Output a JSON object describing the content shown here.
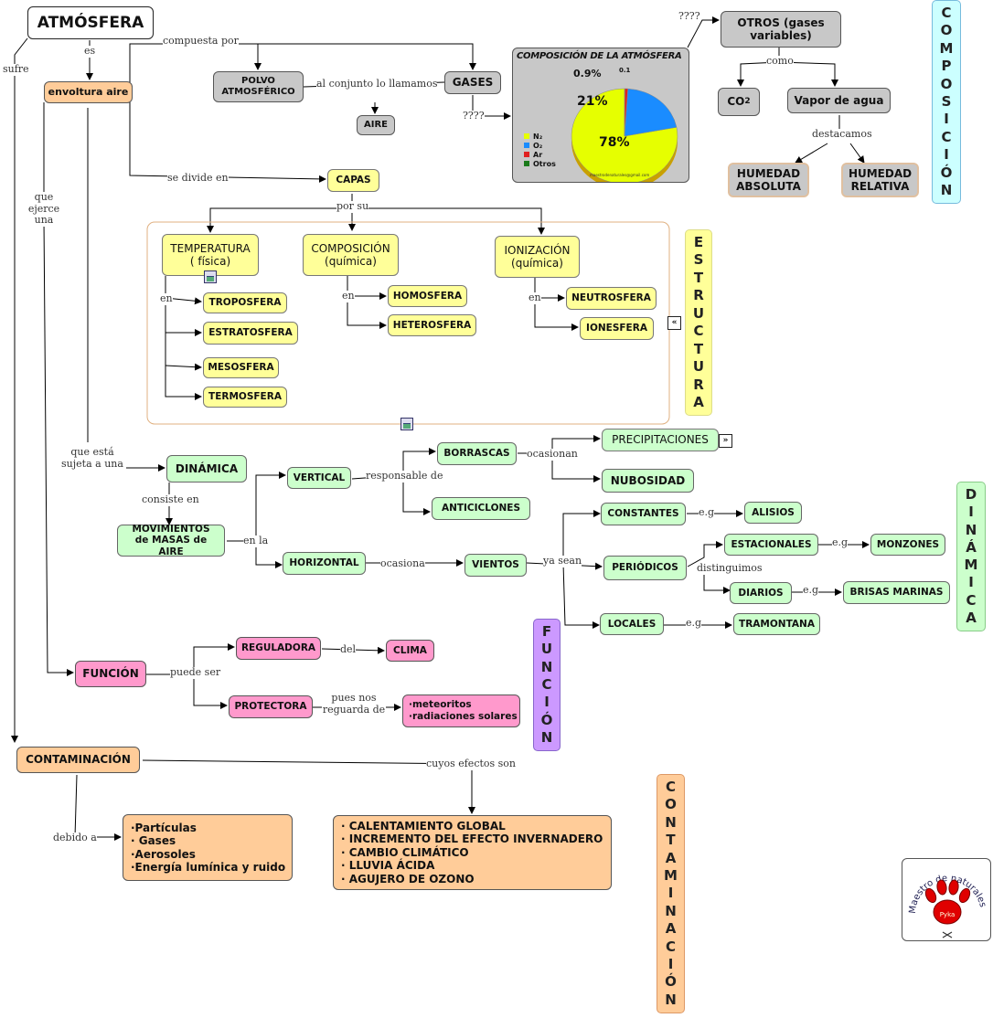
{
  "main": {
    "title": "ATMÓSFERA",
    "envoltura": "envoltura aire"
  },
  "composicion": {
    "polvo": "POLVO ATMOSFÉRICO",
    "gases": "GASES",
    "aire": "AIRE",
    "otros": "OTROS (gases variables)",
    "co2": "CO",
    "co2_sub": "2",
    "vapor": "Vapor de agua",
    "hum_abs": "HUMEDAD ABSOLUTA",
    "hum_rel": "HUMEDAD RELATIVA"
  },
  "chart": {
    "title": "COMPOSICIÓN DE LA ATMÓSFERA",
    "credit": "maestrodenaturales@gmail.com",
    "pct_label_n2": "78%",
    "pct_label_o2": "21%",
    "pct_label_ar": "0.9%",
    "pct_label_otros": "0.1"
  },
  "chart_data": {
    "type": "pie",
    "title": "COMPOSICIÓN DE LA ATMÓSFERA",
    "categories": [
      "N2",
      "O2",
      "Ar",
      "Otros"
    ],
    "values": [
      78,
      21,
      0.9,
      0.1
    ],
    "legend": [
      "N₂",
      "O₂",
      "Ar",
      "Otros"
    ],
    "legend_position": "left",
    "colors": [
      "#e6ff00",
      "#1a8cff",
      "#e02020",
      "#1a7a1a"
    ]
  },
  "estructura": {
    "capas": "CAPAS",
    "temperatura": "TEMPERATURA ( física)",
    "composicion": "COMPOSICIÓN (química)",
    "ionizacion": "IONIZACIÓN (química)",
    "troposfera": "TROPOSFERA",
    "estratosfera": "ESTRATOSFERA",
    "mesosfera": "MESOSFERA",
    "termosfera": "TERMOSFERA",
    "homosfera": "HOMOSFERA",
    "heterosfera": "HETEROSFERA",
    "neutrosfera": "NEUTROSFERA",
    "ionesfera": "IONESFERA"
  },
  "dinamica": {
    "dinamica": "DINÁMICA",
    "movimientos": "MOVIMIENTOS de MASAS de AIRE",
    "vertical": "VERTICAL",
    "horizontal": "HORIZONTAL",
    "borrascas": "BORRASCAS",
    "anticiclones": "ANTICICLONES",
    "precipitaciones": "PRECIPITACIONES",
    "nubosidad": "NUBOSIDAD",
    "vientos": "VIENTOS",
    "constantes": "CONSTANTES",
    "periodicos": "PERIÓDICOS",
    "locales": "LOCALES",
    "alisios": "ALISIOS",
    "estacionales": "ESTACIONALES",
    "diarios": "DIARIOS",
    "monzones": "MONZONES",
    "brisas": "BRISAS MARINAS",
    "tramontana": "TRAMONTANA"
  },
  "funcion": {
    "funcion": "FUNCIÓN",
    "reguladora": "REGULADORA",
    "clima": "CLIMA",
    "protectora": "PROTECTORA",
    "meteoritos": "·meteoritos",
    "radiaciones": "·radiaciones solares"
  },
  "contaminacion": {
    "contaminacion": "CONTAMINACIÓN",
    "causas": [
      "·Partículas",
      "· Gases",
      "·Aerosoles",
      "·Energía lumínica y ruido"
    ],
    "efectos": [
      "· CALENTAMIENTO GLOBAL",
      "· INCREMENTO DEL EFECTO INVERNADERO",
      "· CAMBIO CLIMÁTICO",
      "· LLUVIA ÁCIDA",
      "· AGUJERO DE OZONO"
    ]
  },
  "labels": {
    "sufre": "sufre",
    "es": "es",
    "compuesta_por": "compuesta por",
    "al_conjunto": "al conjunto lo llamamos",
    "q1": "????",
    "q2": "????",
    "como": "como",
    "destacamos": "destacamos",
    "se_divide": "se divide en",
    "por_su": "por su",
    "en1": "en",
    "en2": "en",
    "en3": "en",
    "que_ejerce": "que ejerce una",
    "que_esta": "que está sujeta a una",
    "consiste_en": "consiste en",
    "en_la": "en la",
    "responsable_de": "responsable de",
    "ocasionan": "ocasionan",
    "ocasiona": "ocasiona",
    "ya_sean": "ya sean",
    "distinguimos": "distinguimos",
    "eg1": "e.g",
    "eg2": "e.g",
    "eg3": "e.g",
    "eg4": "e.g",
    "puede_ser": "puede ser",
    "del": "del",
    "pues_nos": "pues nos reguarda de",
    "cuyos_efectos": "cuyos efectos son",
    "debido_a": "debido a"
  },
  "sections": {
    "composicion": "COMPOSICIÓN",
    "estructura": "ESTRUCTURA",
    "dinamica": "DINÁMICA",
    "funcion": "FUNCIÓN",
    "contaminacion": "CONTAMINACIÓN"
  },
  "logo": {
    "text": "Maestro de naturales",
    "sub": "Pyka"
  }
}
